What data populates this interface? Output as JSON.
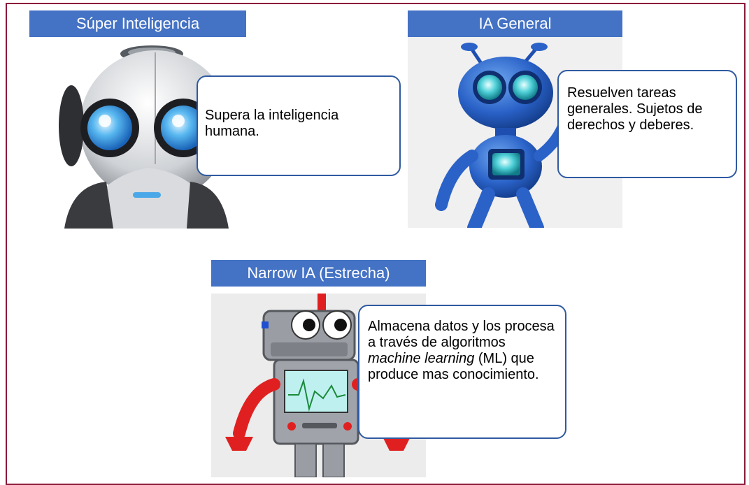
{
  "panels": {
    "super": {
      "title": "Súper Inteligencia",
      "text": "Supera la inteligencia humana.",
      "image": "white-robot-head-illustration"
    },
    "general": {
      "title": "IA General",
      "text": "Resuelven tareas generales. Sujetos de derechos y deberes.",
      "image": "blue-alien-robot-illustration"
    },
    "narrow": {
      "title": "Narrow IA (Estrecha)",
      "text_part1": "Almacena datos y los procesa a través de algoritmos ",
      "text_italic": "machine learning",
      "text_part2": " (ML) que produce mas conocimiento.",
      "image": "grey-red-robot-illustration"
    }
  },
  "colors": {
    "header_bg": "#4472c4",
    "frame_border": "#8b1a3a",
    "callout_border": "#2f5aa0"
  }
}
